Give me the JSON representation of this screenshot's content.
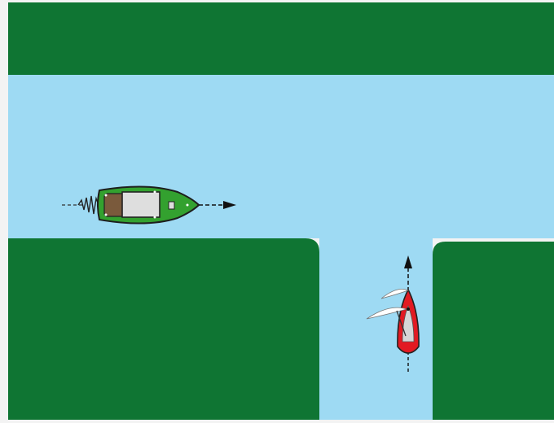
{
  "colors": {
    "background": "#f3f3f3",
    "land": "#0f7533",
    "water": "#9edaf3",
    "motorboat_hull": "#33a12f",
    "motorboat_deck": "#7a5a3c",
    "motorboat_cabin": "#dedede",
    "sailboat_hull": "#e21a22",
    "sailboat_deck": "#d6d6d6",
    "sail": "#ffffff",
    "arrow": "#111111"
  },
  "objects": {
    "motorboat": {
      "kind": "motorboat",
      "heading": "east",
      "icon": "motorboat-icon"
    },
    "sailboat": {
      "kind": "sailboat",
      "heading": "north",
      "icon": "sailboat-icon"
    }
  }
}
